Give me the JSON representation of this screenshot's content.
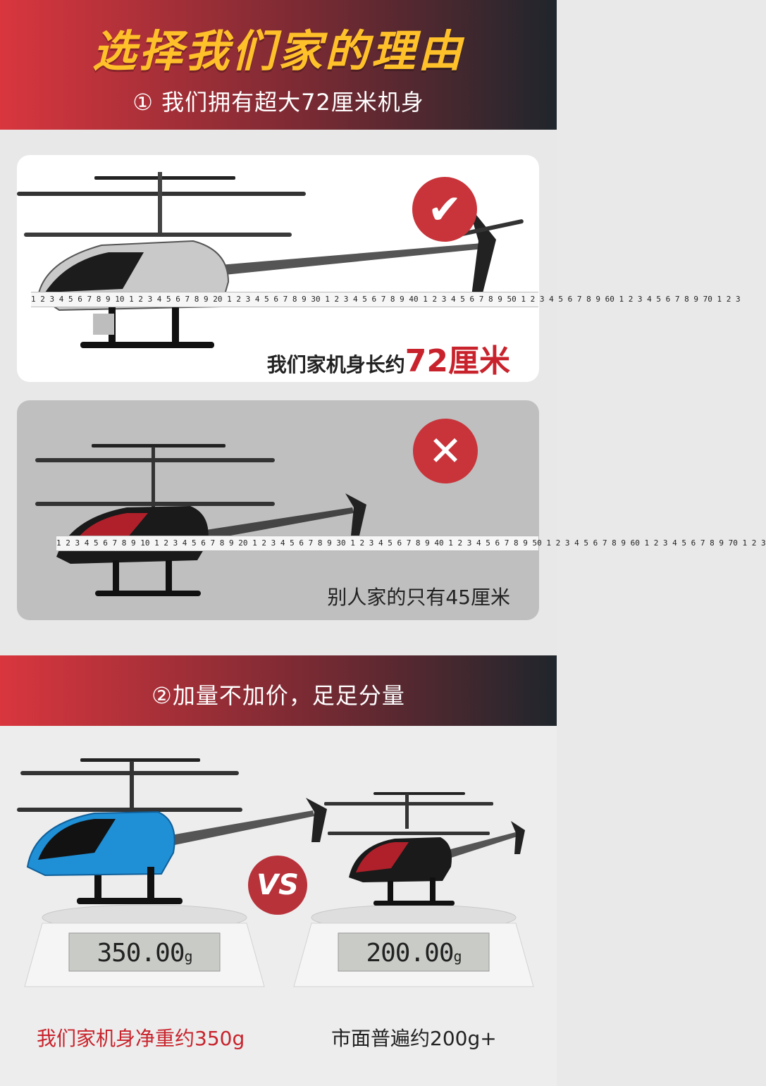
{
  "header": {
    "headline": "选择我们家的理由",
    "reason1": "① 我们拥有超大72厘米机身",
    "reason2": "②加量不加价，足足分量"
  },
  "comparison_length": {
    "ours_badge": "✔",
    "theirs_badge": "✕",
    "ours_caption_prefix": "我们家机身长约",
    "ours_caption_value": "72厘米",
    "theirs_caption": "别人家的只有45厘米",
    "ruler_text": "1 2 3 4 5 6 7 8 9 10 1 2 3 4 5 6 7 8 9 20 1 2 3 4 5 6 7 8 9 30 1 2 3 4 5 6 7 8 9 40 1 2 3 4 5 6 7 8 9 50 1 2 3 4 5 6 7 8 9 60 1 2 3 4 5 6 7 8 9 70 1 2 3"
  },
  "comparison_weight": {
    "vs_label": "VS",
    "ours_display": "350.00",
    "theirs_display": "200.00",
    "unit": "g",
    "ours_caption": "我们家机身净重约350g",
    "theirs_caption": "市面普遍约200g+"
  },
  "colors": {
    "accent_red": "#c8232c",
    "headline_yellow": "#ffc12a",
    "ours_heli_blue": "#1f8fd6",
    "theirs_heli_red": "#b0202a"
  }
}
